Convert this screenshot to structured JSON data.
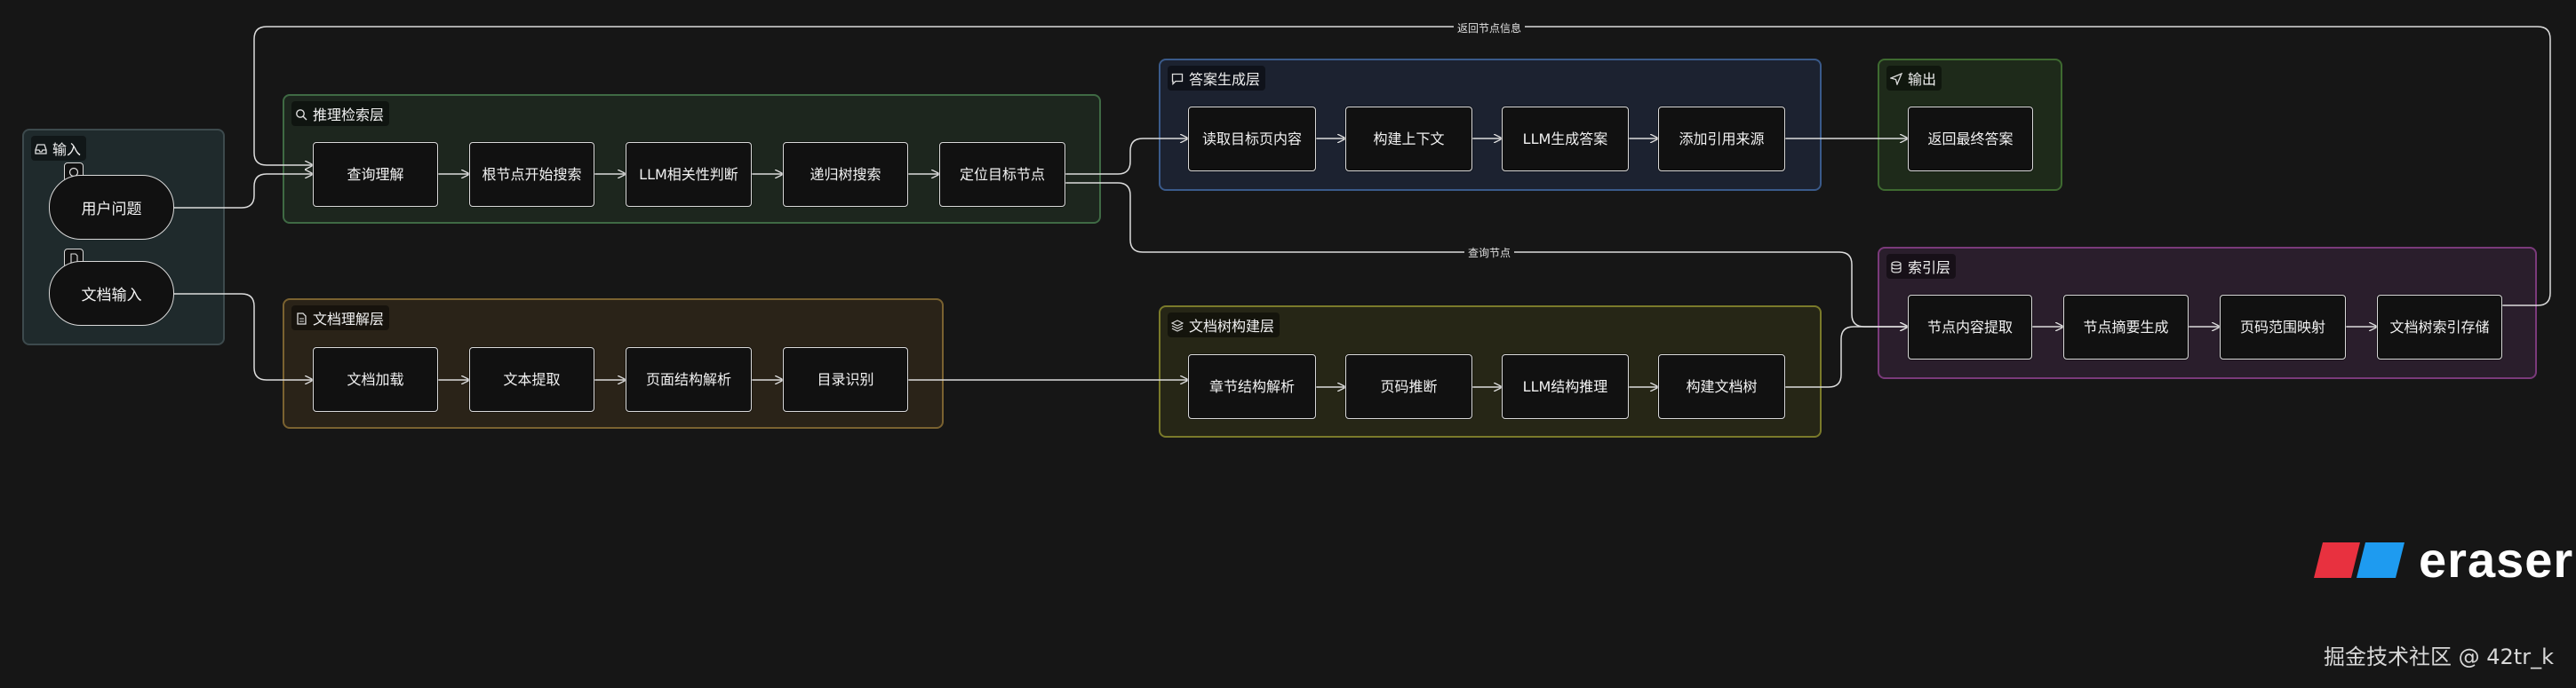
{
  "groups": {
    "input": {
      "title": "输入",
      "icon": "inbox-icon",
      "color": "#3d4a4d"
    },
    "retrieval": {
      "title": "推理检索层",
      "icon": "search-icon",
      "color": "#3f6a44"
    },
    "doc_understanding": {
      "title": "文档理解层",
      "icon": "document-icon",
      "color": "#7a6230"
    },
    "answer": {
      "title": "答案生成层",
      "icon": "chat-icon",
      "color": "#3a5a8a"
    },
    "output": {
      "title": "输出",
      "icon": "send-icon",
      "color": "#3e6a30"
    },
    "tree_build": {
      "title": "文档树构建层",
      "icon": "layers-icon",
      "color": "#7a7a2a"
    },
    "index": {
      "title": "索引层",
      "icon": "database-icon",
      "color": "#7a3a7a"
    }
  },
  "nodes": {
    "user_question": "用户问题",
    "doc_input": "文档输入",
    "query_understanding": "查询理解",
    "root_search": "根节点开始搜索",
    "llm_relevance": "LLM相关性判断",
    "recursive_search": "递归树搜索",
    "locate_node": "定位目标节点",
    "doc_load": "文档加载",
    "text_extract": "文本提取",
    "page_struct": "页面结构解析",
    "toc_detect": "目录识别",
    "read_pages": "读取目标页内容",
    "build_context": "构建上下文",
    "llm_answer": "LLM生成答案",
    "add_citation": "添加引用来源",
    "return_answer": "返回最终答案",
    "chapter_parse": "章节结构解析",
    "page_infer": "页码推断",
    "llm_struct": "LLM结构推理",
    "build_tree": "构建文档树",
    "node_extract": "节点内容提取",
    "node_summary": "节点摘要生成",
    "page_range": "页码范围映射",
    "tree_store": "文档树索引存储"
  },
  "edge_labels": {
    "return_info": "返回节点信息",
    "query_node": "查询节点"
  },
  "brand": {
    "name": "eraser",
    "colors": [
      "#e8313f",
      "#1e9bf0"
    ]
  },
  "footer": "掘金技术社区 @ 42tr_k"
}
